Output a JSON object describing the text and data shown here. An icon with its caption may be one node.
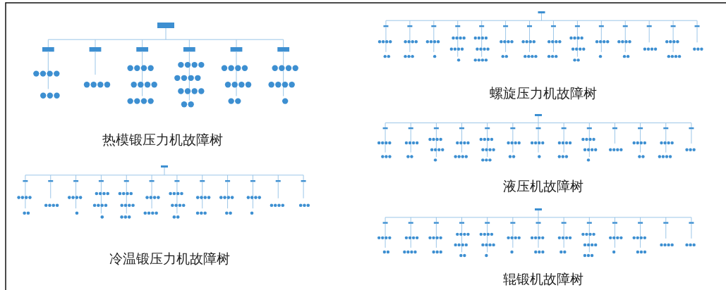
{
  "diagram": {
    "labels": [
      "热模锻压力机故障树",
      "冷温锻压力机故障树",
      "螺旋压力机故障树",
      "液压机故障树",
      "辊锻机故障树"
    ]
  }
}
